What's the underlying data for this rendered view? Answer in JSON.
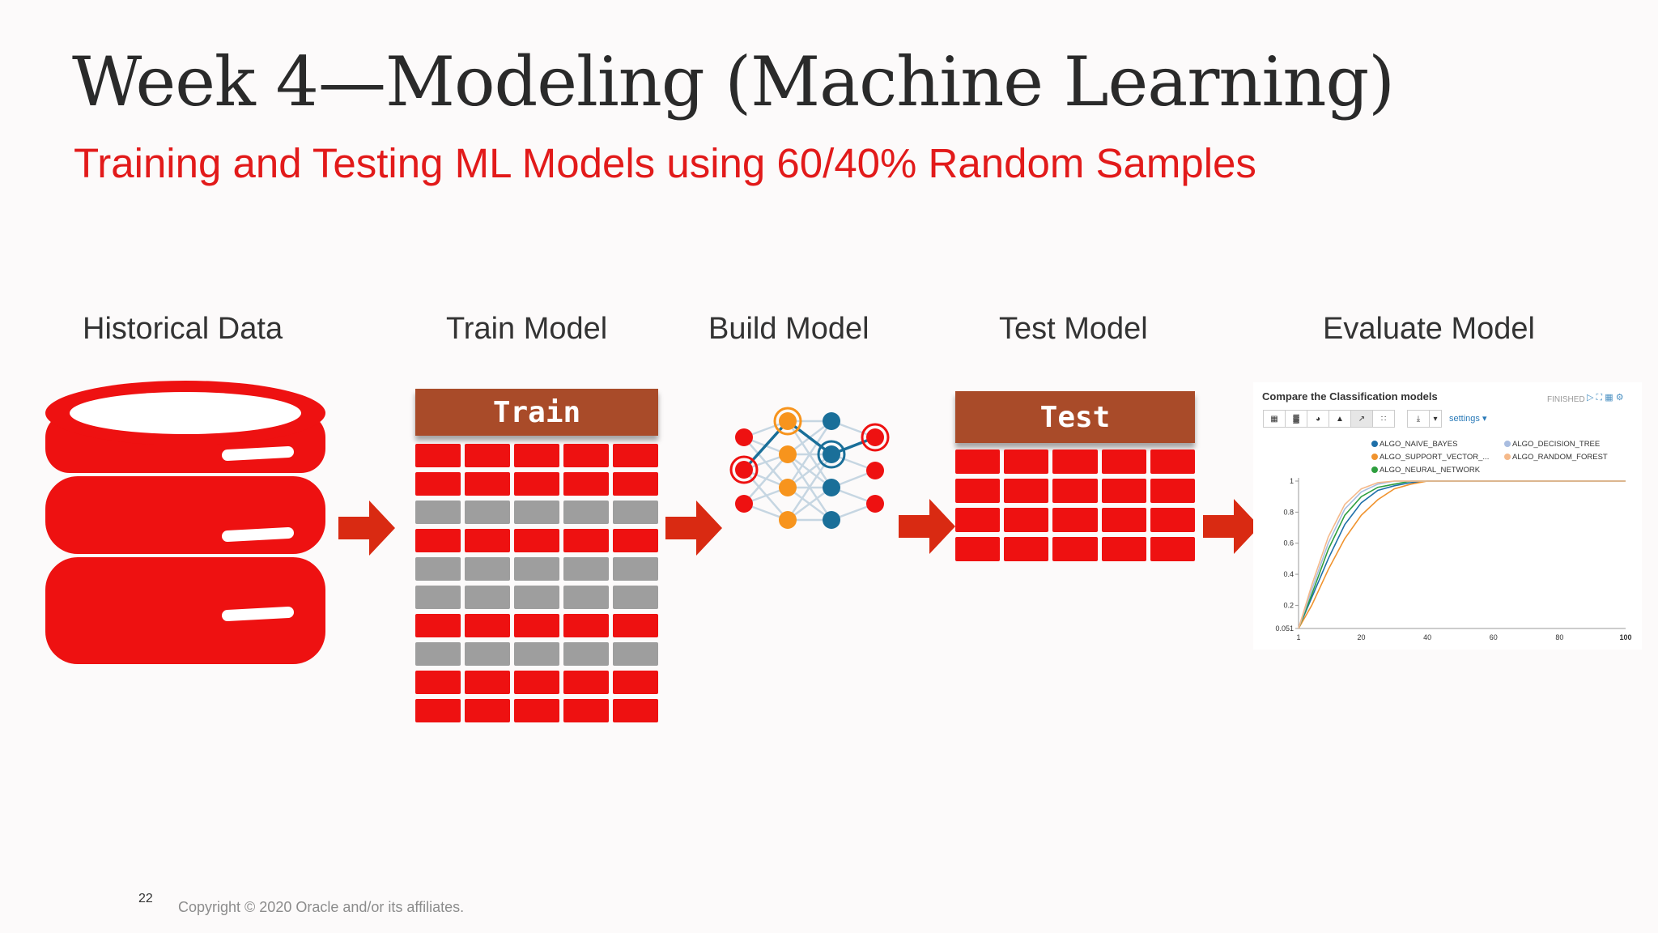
{
  "slide": {
    "title": "Week 4—Modeling (Machine Learning)",
    "subtitle": "Training and Testing ML Models using 60/40% Random Samples",
    "page_number": "22",
    "copyright": "Copyright © 2020 Oracle and/or its affiliates.",
    "accent_color": "#e21a1a",
    "header_color": "#a94b29"
  },
  "steps": {
    "historical": "Historical Data",
    "train": "Train Model",
    "build": "Build Model",
    "test": "Test Model",
    "evaluate": "Evaluate Model"
  },
  "train_table": {
    "header": "Train",
    "columns": 5,
    "row_types": [
      "red",
      "red",
      "gray",
      "red",
      "gray",
      "gray",
      "red",
      "gray",
      "red",
      "red"
    ]
  },
  "test_table": {
    "header": "Test",
    "columns": 5,
    "row_types": [
      "red",
      "red",
      "red",
      "red"
    ]
  },
  "icons": {
    "database": "database-icon",
    "network": "neural-network-icon",
    "arrow": "arrow-right-icon"
  },
  "evaluation_panel": {
    "title": "Compare the Classification models",
    "status": "FINISHED",
    "toolbar_icons": [
      "table-icon",
      "bar-chart-icon",
      "pie-chart-icon",
      "area-chart-icon",
      "line-chart-icon",
      "scatter-chart-icon"
    ],
    "active_toolbar_index": 4,
    "download_icon": "download-icon",
    "settings_label": "settings ▾",
    "tools_icons": [
      "run-icon",
      "expand-icon",
      "hide-icon",
      "gear-icon"
    ]
  },
  "chart_data": {
    "type": "line",
    "title": "",
    "xlabel": "",
    "ylabel": "",
    "xlim": [
      1,
      100
    ],
    "ylim": [
      0.051,
      1
    ],
    "x_ticks": [
      "1",
      "20",
      "40",
      "60",
      "80",
      "100"
    ],
    "x_tick_values": [
      1,
      20,
      40,
      60,
      80,
      100
    ],
    "y_ticks": [
      "0.051",
      "0.2",
      "0.4",
      "0.6",
      "0.8",
      "1"
    ],
    "y_tick_values": [
      0.051,
      0.2,
      0.4,
      0.6,
      0.8,
      1
    ],
    "legend_position": "top-right",
    "grid": false,
    "x": [
      1,
      5,
      10,
      15,
      20,
      25,
      30,
      35,
      40,
      45,
      50,
      60,
      70,
      80,
      90,
      100
    ],
    "series": [
      {
        "name": "ALGO_NAIVE_BAYES",
        "color": "#1f6fa8",
        "values": [
          0.051,
          0.25,
          0.5,
          0.72,
          0.86,
          0.94,
          0.97,
          0.99,
          1,
          1,
          1,
          1,
          1,
          1,
          1,
          1
        ]
      },
      {
        "name": "ALGO_SUPPORT_VECTOR_...",
        "color": "#f0932e",
        "values": [
          0.051,
          0.2,
          0.43,
          0.63,
          0.78,
          0.88,
          0.95,
          0.98,
          1,
          1,
          1,
          1,
          1,
          1,
          1,
          1
        ]
      },
      {
        "name": "ALGO_NEURAL_NETWORK",
        "color": "#2e9e3e",
        "values": [
          0.051,
          0.27,
          0.56,
          0.78,
          0.9,
          0.96,
          0.98,
          1,
          1,
          1,
          1,
          1,
          1,
          1,
          1,
          1
        ]
      },
      {
        "name": "ALGO_DECISION_TREE",
        "color": "#a9bde0",
        "values": [
          0.051,
          0.3,
          0.6,
          0.82,
          0.93,
          0.98,
          1,
          1,
          1,
          1,
          1,
          1,
          1,
          1,
          1,
          1
        ]
      },
      {
        "name": "ALGO_RANDOM_FOREST",
        "color": "#f5b98a",
        "values": [
          0.051,
          0.33,
          0.64,
          0.85,
          0.95,
          0.99,
          1,
          1,
          1,
          1,
          1,
          1,
          1,
          1,
          1,
          1
        ]
      }
    ]
  }
}
